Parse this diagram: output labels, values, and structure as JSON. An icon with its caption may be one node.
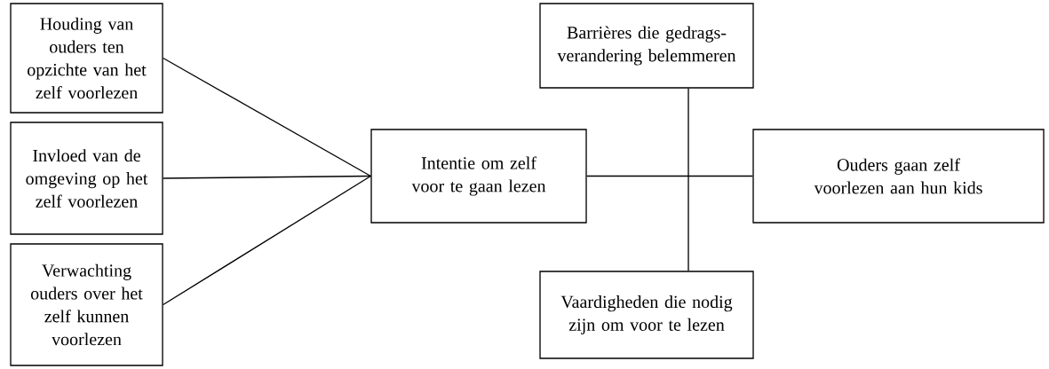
{
  "diagram": {
    "nodes": [
      {
        "text": [
          "Houding van ouders ten opzichte van het zelf voorlezen"
        ]
      },
      {
        "text": [
          "Invloed van de omgeving op het zelf voorlezen"
        ]
      },
      {
        "text": [
          "Verwachting ouders over het zelf kunnen voorlezen"
        ]
      },
      {
        "text": [
          "Intentie om zelf voor te gaan lezen"
        ]
      },
      {
        "text": [
          "Barrières die gedrags- verandering belemmeren"
        ]
      },
      {
        "text": [
          "Ouders gaan zelf voorlezen aan hun kids"
        ]
      },
      {
        "text": [
          "Vaardigheden die nodig zijn om voor te lezen"
        ]
      }
    ],
    "edges": [
      {
        "from": 0,
        "to": 3,
        "arrow": "none"
      },
      {
        "from": 1,
        "to": 3,
        "arrow": "none"
      },
      {
        "from": 2,
        "to": 3,
        "arrow": "none"
      },
      {
        "from": 3,
        "to": 5,
        "arrow": "none"
      },
      {
        "from": 4,
        "to": 6,
        "arrow": "none"
      }
    ]
  }
}
